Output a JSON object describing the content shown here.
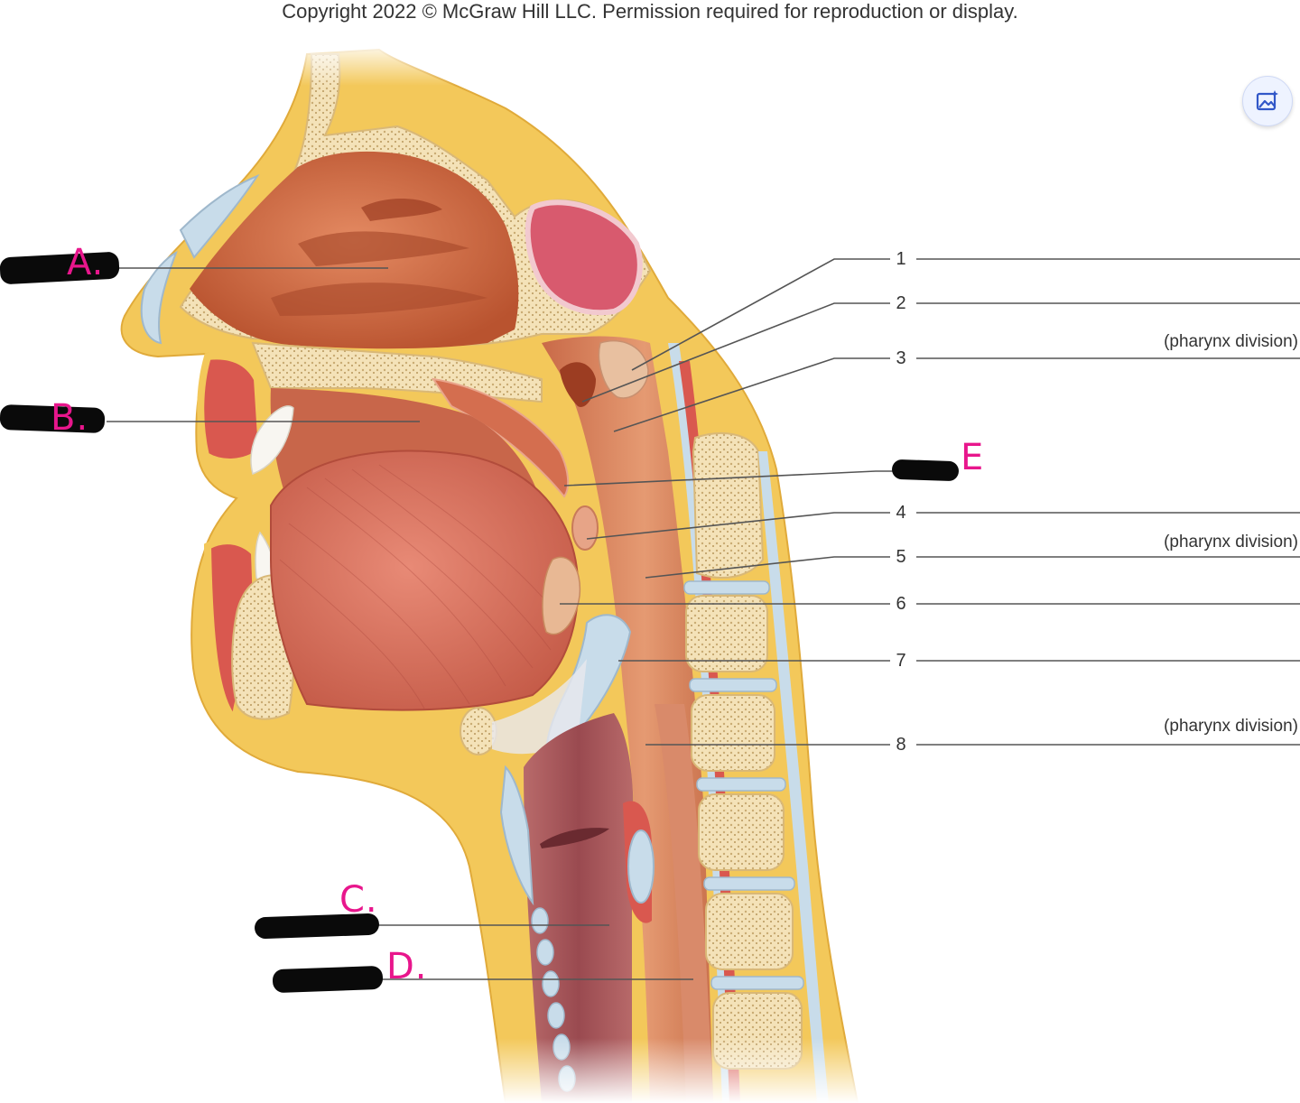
{
  "copyright": "Copyright 2022 © McGraw Hill LLC. Permission required for reproduction or display.",
  "numbered_labels": [
    {
      "id": "1",
      "sublabel": ""
    },
    {
      "id": "2",
      "sublabel": "(pharynx division)"
    },
    {
      "id": "3",
      "sublabel": ""
    },
    {
      "id": "4",
      "sublabel": "(pharynx division)"
    },
    {
      "id": "5",
      "sublabel": ""
    },
    {
      "id": "6",
      "sublabel": ""
    },
    {
      "id": "7",
      "sublabel": "(pharynx division)"
    },
    {
      "id": "8",
      "sublabel": ""
    }
  ],
  "handwritten_labels": {
    "a": "A.",
    "b": "B.",
    "c": "C.",
    "d": "D.",
    "e": "E"
  },
  "colors": {
    "handwriting": "#e8168c",
    "skin": "#f3c85a",
    "bone": "#f6e8c4",
    "mucosa": "#d46e4f",
    "muscle": "#d8735d",
    "cartilage": "#c8dcea"
  },
  "icons": {
    "image_button": "image-sparkle-icon"
  }
}
